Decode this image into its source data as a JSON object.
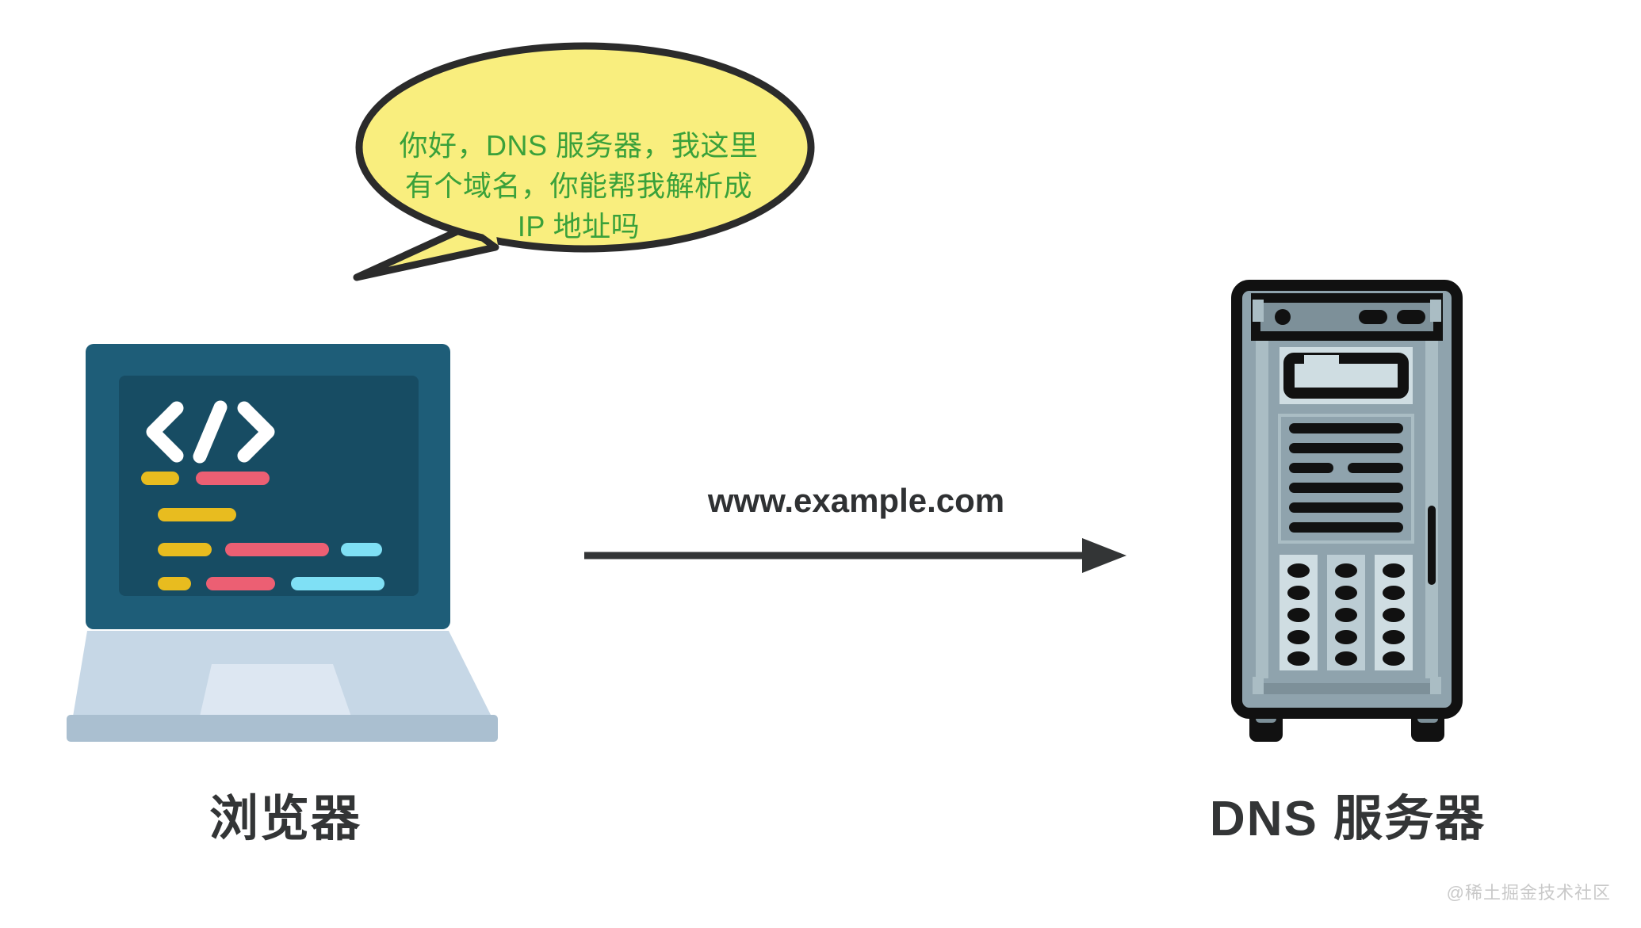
{
  "diagram": {
    "title": "DNS resolution request diagram",
    "background_color": "#ffffff"
  },
  "speech_bubble": {
    "text": "你好，DNS 服务器，我这里\n有个域名，你能帮我解析成\nIP 地址吗",
    "line_1": "你好，DNS 服务器，我这里",
    "line_2": "有个域名，你能帮我解析成",
    "line_3": "IP 地址吗",
    "fill_color": "#f9ee7e",
    "stroke_color": "#2b2b2b",
    "text_color": "#3aa13a"
  },
  "connection": {
    "url_label": "www.example.com",
    "arrow_direction": "right",
    "arrow_color": "#333536",
    "label_color": "#2f3133"
  },
  "nodes": {
    "left": {
      "caption": "浏览器",
      "icon": "laptop-code-icon",
      "colors": {
        "lid": "#1e5d78",
        "screen": "#194f66",
        "base": "#c6d7e6",
        "base_edge": "#a9bccd",
        "trackpad": "#dde7f2",
        "accent_yellow": "#e8bc1f",
        "accent_red": "#ec5f73",
        "accent_cyan": "#7fe0f5",
        "accent_white": "#ffffff"
      }
    },
    "right": {
      "caption": "DNS 服务器",
      "icon": "server-tower-icon",
      "colors": {
        "outline": "#111111",
        "body": "#8fa3ad",
        "panel_light": "#cfdde2",
        "panel_mid": "#aabdc4",
        "panel_dark": "#7d9099"
      }
    }
  },
  "watermark": {
    "text": "@稀土掘金技术社区",
    "color": "#c9c9c9"
  }
}
